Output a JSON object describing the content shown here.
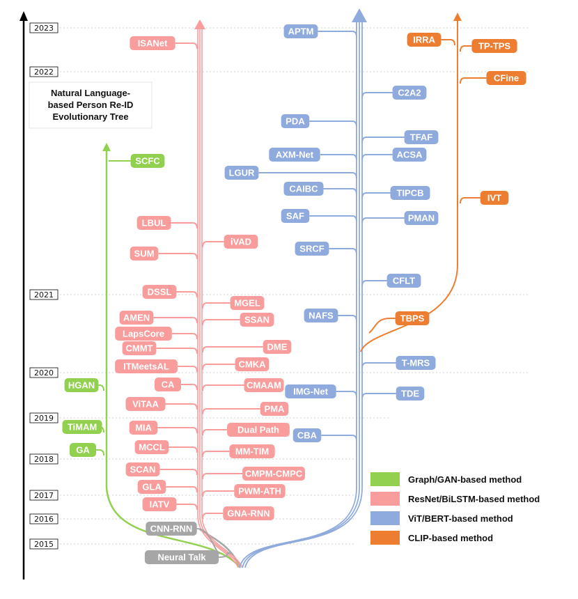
{
  "title": {
    "lines": [
      "Natural Language-",
      "based Person Re-ID",
      "Evolutionary Tree"
    ]
  },
  "timeline": {
    "years": [
      "2023",
      "2022",
      "2021",
      "2020",
      "2019",
      "2018",
      "2017",
      "2016",
      "2015"
    ]
  },
  "legend": [
    {
      "label": "Graph/GAN-based method",
      "color": "#92d050"
    },
    {
      "label": "ResNet/BiLSTM-based method",
      "color": "#f89c9c"
    },
    {
      "label": "ViT/BERT-based method",
      "color": "#8faadc"
    },
    {
      "label": "CLIP-based method",
      "color": "#ed7d31"
    }
  ],
  "colors": {
    "graph": "#92d050",
    "resnet": "#f89c9c",
    "vit": "#8faadc",
    "clip": "#ed7d31",
    "early": "#a6a6a6"
  },
  "nodes": {
    "green": [
      "SCFC",
      "HGAN",
      "TiMAM",
      "GA"
    ],
    "gray": [
      "CNN-RNN",
      "Neural Talk"
    ],
    "red": [
      "ISANet",
      "LBUL",
      "iVAD",
      "SUM",
      "DSSL",
      "MGEL",
      "AMEN",
      "SSAN",
      "LapsCore",
      "CMMT",
      "DME",
      "ITMeetsAL",
      "CMKA",
      "CA",
      "CMAAM",
      "ViTAA",
      "PMA",
      "MIA",
      "Dual Path",
      "MCCL",
      "MM-TIM",
      "SCAN",
      "CMPM-CMPC",
      "GLA",
      "PWM-ATH",
      "IATV",
      "GNA-RNN"
    ],
    "blue": [
      "APTM",
      "C2A2",
      "PDA",
      "TFAF",
      "AXM-Net",
      "ACSA",
      "LGUR",
      "CAIBC",
      "TIPCB",
      "SAF",
      "PMAN",
      "SRCF",
      "CFLT",
      "NAFS",
      "T-MRS",
      "IMG-Net",
      "TDE",
      "CBA"
    ],
    "orange": [
      "IRRA",
      "TP-TPS",
      "CFine",
      "IVT",
      "TBPS"
    ]
  }
}
